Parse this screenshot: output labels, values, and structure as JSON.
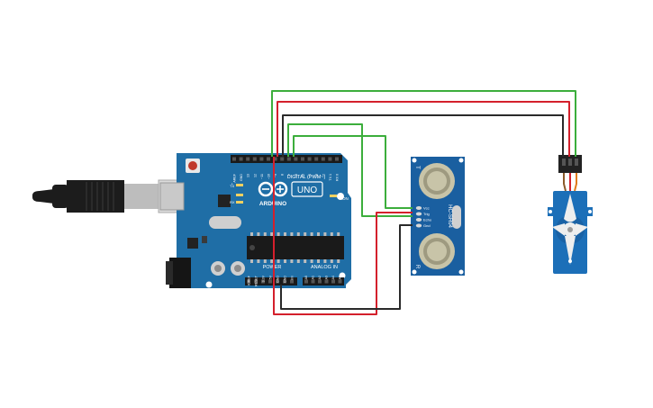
{
  "arduino": {
    "brand": "ARDUINO",
    "model": "UNO",
    "digital_label": "DIGITAL (PWM~)",
    "power_label": "POWER",
    "analog_label": "ANALOG IN",
    "on_label": "ON",
    "tx_label": "TX",
    "rx_label": "RX",
    "l_label": "L",
    "top_pin_labels": [
      "AREF",
      "GND",
      "13",
      "12",
      "~11",
      "~10",
      "~9",
      "8",
      "7",
      "~6",
      "~5",
      "4",
      "~3",
      "2",
      "TX 1",
      "RX 0"
    ],
    "power_pin_labels": [
      "IOREF",
      "RESET",
      "3.3V",
      "5V",
      "GND",
      "GND",
      "Vin"
    ],
    "analog_pin_labels": [
      "A0",
      "A1",
      "A2",
      "A3",
      "A4",
      "A5"
    ]
  },
  "sensor": {
    "model": "HC-SR04",
    "pin_labels": [
      "Vcc",
      "Trig",
      "Echo",
      "Gnd"
    ],
    "t_label": "T",
    "r_label": "R"
  },
  "colors": {
    "board": "#1f6ea6",
    "board_dark": "#0f4f7e",
    "sensor_board": "#1a5fa0",
    "servo": "#1c6fb8",
    "wire_red": "#d4202c",
    "wire_green": "#3cae3c",
    "wire_black": "#2a2a2a",
    "usb_cable": "#1c1c1c",
    "transducer": "#c8c4a8"
  }
}
